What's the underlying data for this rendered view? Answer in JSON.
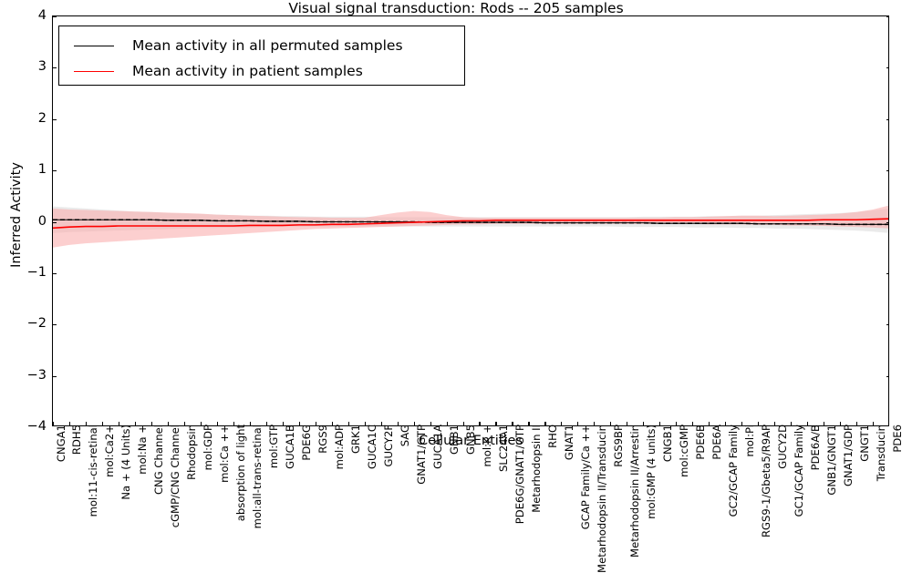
{
  "chart_data": {
    "type": "line",
    "title": "Visual signal transduction: Rods -- 205 samples",
    "xlabel": "Cellular Entities",
    "ylabel": "Inferred Activity",
    "ylim": [
      -4,
      4
    ],
    "yticks": [
      4,
      3,
      2,
      1,
      0,
      -1,
      -2,
      -3,
      -4
    ],
    "grid": false,
    "legend_position": "upper left",
    "categories": [
      "CNGA1",
      "RDH5",
      "mol:11-cis-retinal",
      "mol:Ca2+",
      "Na + (4 Units)",
      "mol:Na +",
      "CNG Channel",
      "cGMP/CNG Channel",
      "Rhodopsin",
      "mol:GDP",
      "mol:Ca ++",
      "absorption of light",
      "mol:all-trans-retinal",
      "mol:GTP",
      "GUCA1B",
      "PDE6G",
      "RGS9",
      "mol:ADP",
      "GRK1",
      "GUCA1C",
      "GUCY2F",
      "SAG",
      "GNAT1/GTP",
      "GUCA1A",
      "GNB1",
      "GNB5",
      "mol:K +",
      "SLC24A1",
      "PDE6G/GNAT1/GTP",
      "Metarhodopsin II",
      "RHO",
      "GNAT1",
      "GCAP Family/Ca ++",
      "Metarhodopsin II/Transducin",
      "RGS9BP",
      "Metarhodopsin II/Arrestin",
      "mol:GMP (4 units)",
      "CNGB1",
      "mol:cGMP",
      "PDE6B",
      "PDE6A",
      "GC2/GCAP Family",
      "mol:Pi",
      "RGS9-1/Gbeta5/R9AP",
      "GUCY2D",
      "GC1/GCAP Family",
      "PDE6A/B",
      "GNB1/GNGT1",
      "GNAT1/GDP",
      "GNGT1",
      "Transducin",
      "PDE6"
    ],
    "series": [
      {
        "name": "Mean activity in all permuted samples",
        "color": "#000000",
        "style": "dashed",
        "values": [
          0.04,
          0.04,
          0.04,
          0.04,
          0.04,
          0.04,
          0.04,
          0.03,
          0.03,
          0.03,
          0.02,
          0.02,
          0.02,
          0.01,
          0.01,
          0.01,
          0.0,
          0.0,
          0.0,
          0.0,
          0.0,
          0.0,
          0.0,
          -0.01,
          -0.01,
          -0.01,
          -0.01,
          -0.01,
          -0.01,
          -0.01,
          -0.02,
          -0.02,
          -0.02,
          -0.02,
          -0.02,
          -0.02,
          -0.02,
          -0.03,
          -0.03,
          -0.03,
          -0.03,
          -0.03,
          -0.03,
          -0.04,
          -0.04,
          -0.04,
          -0.04,
          -0.04,
          -0.05,
          -0.05,
          -0.05,
          -0.05
        ],
        "band_lower": [
          -0.22,
          -0.2,
          -0.19,
          -0.18,
          -0.17,
          -0.16,
          -0.15,
          -0.14,
          -0.13,
          -0.12,
          -0.12,
          -0.11,
          -0.11,
          -0.1,
          -0.1,
          -0.1,
          -0.09,
          -0.09,
          -0.09,
          -0.09,
          -0.09,
          -0.09,
          -0.09,
          -0.09,
          -0.09,
          -0.09,
          -0.09,
          -0.09,
          -0.09,
          -0.09,
          -0.09,
          -0.09,
          -0.09,
          -0.09,
          -0.09,
          -0.1,
          -0.1,
          -0.1,
          -0.1,
          -0.11,
          -0.11,
          -0.11,
          -0.12,
          -0.12,
          -0.13,
          -0.13,
          -0.14,
          -0.15,
          -0.16,
          -0.17,
          -0.19,
          -0.22
        ],
        "band_upper": [
          0.3,
          0.28,
          0.26,
          0.24,
          0.22,
          0.2,
          0.19,
          0.17,
          0.16,
          0.15,
          0.14,
          0.13,
          0.12,
          0.12,
          0.11,
          0.11,
          0.1,
          0.1,
          0.1,
          0.1,
          0.09,
          0.09,
          0.09,
          0.09,
          0.09,
          0.09,
          0.09,
          0.09,
          0.09,
          0.09,
          0.09,
          0.09,
          0.09,
          0.09,
          0.09,
          0.09,
          0.1,
          0.1,
          0.1,
          0.1,
          0.11,
          0.11,
          0.12,
          0.12,
          0.13,
          0.14,
          0.15,
          0.16,
          0.17,
          0.19,
          0.22,
          0.26
        ]
      },
      {
        "name": "Mean activity in patient samples",
        "color": "#ff0000",
        "style": "solid",
        "values": [
          -0.12,
          -0.1,
          -0.09,
          -0.09,
          -0.08,
          -0.08,
          -0.08,
          -0.08,
          -0.08,
          -0.08,
          -0.08,
          -0.08,
          -0.07,
          -0.07,
          -0.07,
          -0.06,
          -0.06,
          -0.05,
          -0.05,
          -0.04,
          -0.03,
          -0.02,
          -0.01,
          0.0,
          0.01,
          0.02,
          0.02,
          0.03,
          0.03,
          0.03,
          0.03,
          0.03,
          0.03,
          0.03,
          0.03,
          0.03,
          0.03,
          0.03,
          0.03,
          0.03,
          0.03,
          0.03,
          0.03,
          0.03,
          0.03,
          0.03,
          0.03,
          0.04,
          0.04,
          0.04,
          0.05,
          0.06
        ],
        "band_lower": [
          -0.5,
          -0.45,
          -0.42,
          -0.4,
          -0.38,
          -0.36,
          -0.34,
          -0.32,
          -0.3,
          -0.28,
          -0.26,
          -0.24,
          -0.22,
          -0.2,
          -0.18,
          -0.16,
          -0.14,
          -0.13,
          -0.12,
          -0.11,
          -0.1,
          -0.09,
          -0.08,
          -0.07,
          -0.06,
          -0.05,
          -0.05,
          -0.04,
          -0.04,
          -0.04,
          -0.04,
          -0.04,
          -0.04,
          -0.04,
          -0.04,
          -0.04,
          -0.04,
          -0.04,
          -0.04,
          -0.04,
          -0.05,
          -0.05,
          -0.05,
          -0.06,
          -0.06,
          -0.07,
          -0.07,
          -0.08,
          -0.09,
          -0.1,
          -0.11,
          -0.13
        ],
        "band_upper": [
          0.26,
          0.24,
          0.23,
          0.22,
          0.21,
          0.2,
          0.19,
          0.18,
          0.17,
          0.16,
          0.14,
          0.13,
          0.12,
          0.11,
          0.1,
          0.09,
          0.09,
          0.08,
          0.08,
          0.08,
          0.13,
          0.18,
          0.21,
          0.19,
          0.13,
          0.09,
          0.08,
          0.08,
          0.08,
          0.08,
          0.08,
          0.08,
          0.08,
          0.08,
          0.08,
          0.08,
          0.08,
          0.08,
          0.09,
          0.09,
          0.1,
          0.11,
          0.12,
          0.12,
          0.11,
          0.12,
          0.13,
          0.14,
          0.16,
          0.19,
          0.24,
          0.32
        ]
      }
    ]
  },
  "legend": {
    "items": [
      {
        "label": "Mean activity in all permuted samples",
        "color": "#000000"
      },
      {
        "label": "Mean activity in patient samples",
        "color": "#ff0000"
      }
    ]
  }
}
